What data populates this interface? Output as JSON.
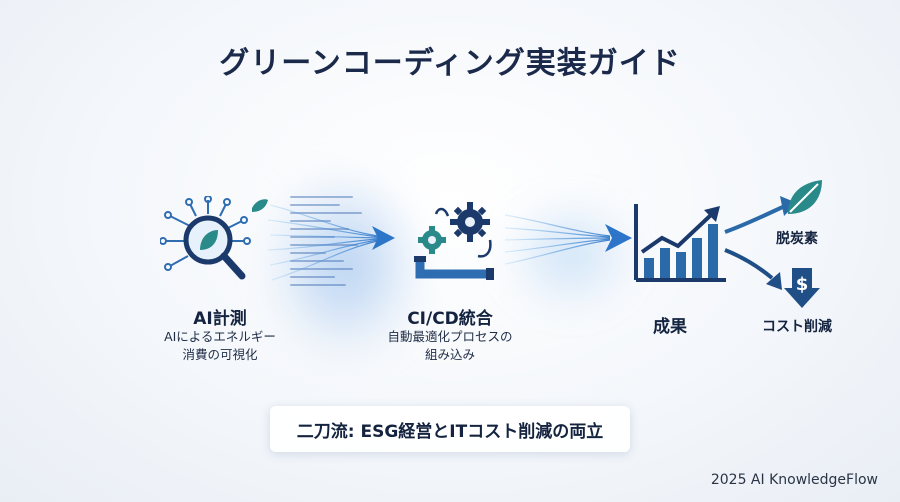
{
  "title": "グリーンコーディング実装ガイド",
  "steps": [
    {
      "label": "AI計測",
      "desc_line1": "AIによるエネルギー",
      "desc_line2": "消費の可視化",
      "icon": "magnifier-leaf-circuit-icon"
    },
    {
      "label": "CI/CD統合",
      "desc_line1": "自動最適化プロセスの",
      "desc_line2": "組み込み",
      "icon": "gears-pipe-icon"
    },
    {
      "label": "成果",
      "icon": "growth-chart-icon"
    }
  ],
  "outcomes": [
    {
      "label": "脱炭素",
      "icon": "leaf-icon"
    },
    {
      "label": "コスト削減",
      "icon": "dollar-down-arrow-icon"
    }
  ],
  "banner": "二刀流: ESG経営とITコスト削減の両立",
  "footer": "2025 AI KnowledgeFlow",
  "colors": {
    "navy": "#1b2a4a",
    "blue": "#2f6db3",
    "teal": "#2a8a8a",
    "glow": "#8fc3f0"
  }
}
